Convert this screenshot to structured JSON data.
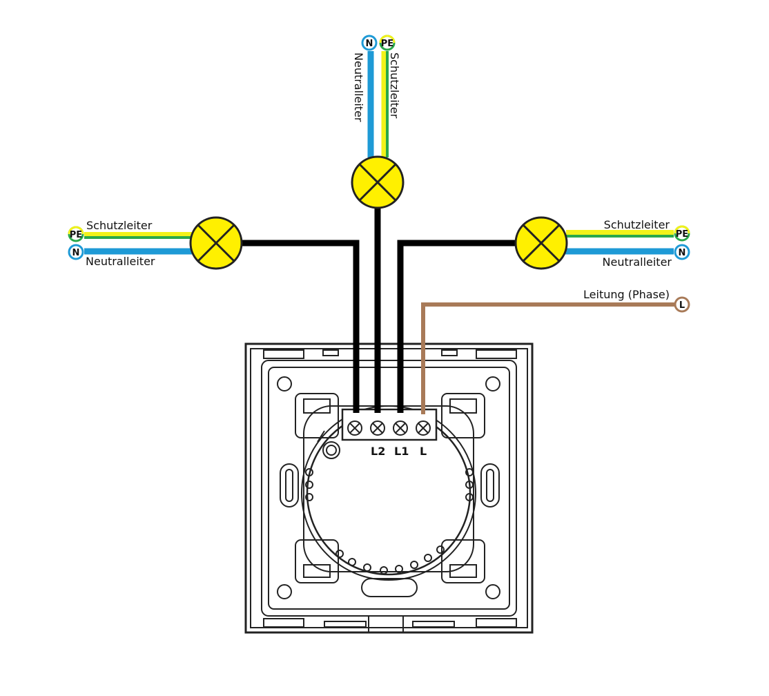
{
  "labels": {
    "top_neutral": "Neutralleiter",
    "top_protective": "Schutzleiter",
    "left_protective": "Schutzleiter",
    "left_neutral": "Neutralleiter",
    "right_protective": "Schutzleiter",
    "right_neutral": "Neutralleiter",
    "phase_line": "Leitung (Phase)"
  },
  "badges": {
    "neutral": "N",
    "protective_earth": "PE",
    "line": "L"
  },
  "terminals": {
    "l2": "L2",
    "l1": "L1",
    "l": "L"
  },
  "colors": {
    "neutral_wire": "#1e9ad6",
    "earth_green": "#2aa84a",
    "earth_yellow": "#f2f21a",
    "load_wire": "#000000",
    "phase_wire": "#a87a58",
    "lamp_fill": "#fff000",
    "outline": "#222222"
  }
}
